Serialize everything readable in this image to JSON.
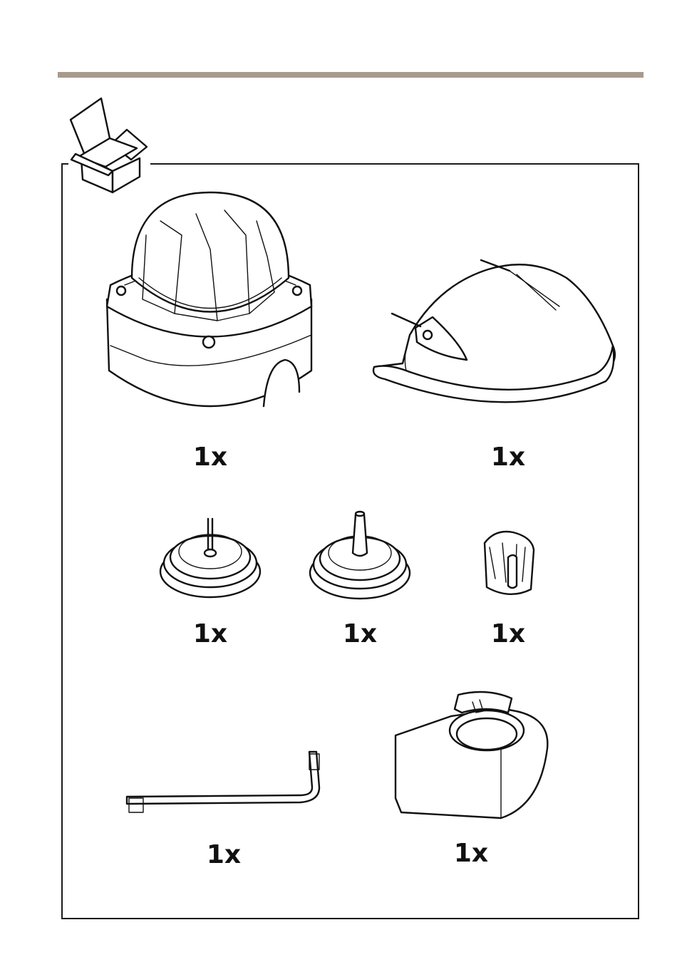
{
  "header": {
    "rule_color": "#a89a8c",
    "package_icon": "open-box-icon"
  },
  "items": [
    {
      "id": "dome-camera",
      "icon": "dome-camera-icon",
      "quantity": "1x"
    },
    {
      "id": "weathershield",
      "icon": "weathershield-icon",
      "quantity": "1x"
    },
    {
      "id": "cable-gasket-small",
      "icon": "cable-gasket-small-icon",
      "quantity": "1x"
    },
    {
      "id": "cable-gasket-large",
      "icon": "cable-gasket-large-icon",
      "quantity": "1x"
    },
    {
      "id": "cable-clip",
      "icon": "cable-clip-icon",
      "quantity": "1x"
    },
    {
      "id": "torx-key",
      "icon": "torx-key-icon",
      "quantity": "1x"
    },
    {
      "id": "conduit-adapter",
      "icon": "conduit-adapter-icon",
      "quantity": "1x"
    }
  ]
}
